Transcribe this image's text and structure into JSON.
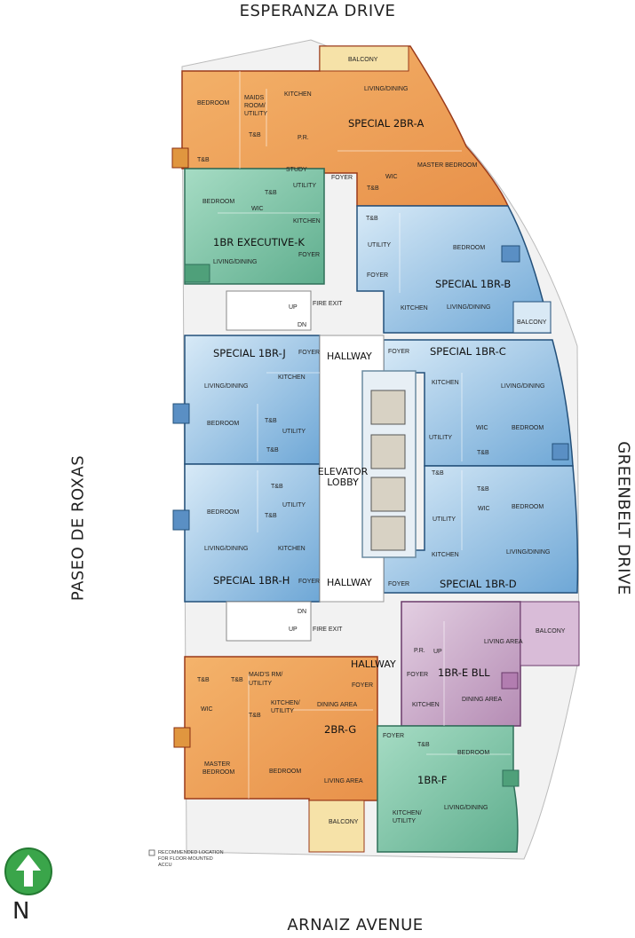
{
  "streets": {
    "north": "ESPERANZA DRIVE",
    "south": "ARNAIZ AVENUE",
    "west": "PASEO DE ROXAS",
    "east": "GREENBELT DRIVE"
  },
  "units": {
    "special_2br_a": "SPECIAL 2BR-A",
    "exec_k": "1BR EXECUTIVE-K",
    "special_1br_b": "SPECIAL 1BR-B",
    "special_1br_j": "SPECIAL 1BR-J",
    "special_1br_c": "SPECIAL 1BR-C",
    "special_1br_h": "SPECIAL 1BR-H",
    "special_1br_d": "SPECIAL 1BR-D",
    "br_e_bll": "1BR-E BLL",
    "br_g": "2BR-G",
    "br_f": "1BR-F"
  },
  "core": {
    "hallway_1": "HALLWAY",
    "hallway_2": "HALLWAY",
    "hallway_3": "HALLWAY",
    "elevator_lobby_1": "ELEVATOR",
    "elevator_lobby_2": "LOBBY",
    "fire_exit_1": "FIRE EXIT",
    "fire_exit_2": "FIRE EXIT",
    "up_1": "UP",
    "dn_1": "DN",
    "up_2": "UP",
    "dn_2": "DN",
    "up_3": "UP"
  },
  "rooms": {
    "balcony_a": "BALCONY",
    "bedroom_a": "BEDROOM",
    "maids_a": "MAIDS",
    "room_util_a": "ROOM/",
    "utility_a": "UTILITY",
    "kitchen_a": "KITCHEN",
    "living_a": "LIVING/DINING",
    "tb_a1": "T&B",
    "pr_a": "P.R.",
    "tb_a2": "T&B",
    "study_a": "STUDY",
    "foyer_a": "FOYER",
    "wic_a": "WIC",
    "tb_a3": "T&B",
    "master_a": "MASTER BEDROOM",
    "tb_k": "T&B",
    "utility_k": "UTILITY",
    "bedroom_k": "BEDROOM",
    "wic_k": "WIC",
    "kitchen_k": "KITCHEN",
    "foyer_k": "FOYER",
    "living_k": "LIVING/DINING",
    "tb_b": "T&B",
    "utility_b": "UTILITY",
    "bedroom_b": "BEDROOM",
    "foyer_b": "FOYER",
    "kitchen_b": "KITCHEN",
    "living_b": "LIVING/DINING",
    "balcony_b": "BALCONY",
    "foyer_j": "FOYER",
    "kitchen_j": "KITCHEN",
    "living_j": "LIVING/DINING",
    "bedroom_j": "BEDROOM",
    "tb_j1": "T&B",
    "utility_j": "UTILITY",
    "tb_j2": "T&B",
    "foyer_c": "FOYER",
    "kitchen_c": "KITCHEN",
    "living_c": "LIVING/DINING",
    "utility_c": "UTILITY",
    "wic_c": "WIC",
    "bedroom_c": "BEDROOM",
    "tb_c": "T&B",
    "tb_h1": "T&B",
    "utility_h": "UTILITY",
    "bedroom_h": "BEDROOM",
    "tb_h2": "T&B",
    "living_h": "LIVING/DINING",
    "kitchen_h": "KITCHEN",
    "foyer_h": "FOYER",
    "tb_d1": "T&B",
    "tb_d2": "T&B",
    "utility_d": "UTILITY",
    "wic_d": "WIC",
    "bedroom_d": "BEDROOM",
    "kitchen_d": "KITCHEN",
    "living_d": "LIVING/DINING",
    "foyer_d": "FOYER",
    "pr_e": "P.R.",
    "living_area_e": "LIVING AREA",
    "foyer_e": "FOYER",
    "kitchen_e": "KITCHEN",
    "dining_e": "DINING AREA",
    "balcony_e": "BALCONY",
    "tb_g1": "T&B",
    "tb_g2": "T&B",
    "maids_rm_g": "MAID'S RM/",
    "utility_g": "UTILITY",
    "kitchen_util_g1": "KITCHEN/",
    "kitchen_util_g2": "UTILITY",
    "tb_g3": "T&B",
    "wic_g": "WIC",
    "foyer_g": "FOYER",
    "dining_g": "DINING AREA",
    "master_g1": "MASTER",
    "master_g2": "BEDROOM",
    "bedroom_g": "BEDROOM",
    "living_area_g": "LIVING AREA",
    "balcony_g": "BALCONY",
    "foyer_f": "FOYER",
    "tb_f": "T&B",
    "bedroom_f": "BEDROOM",
    "kitchen_util_f1": "KITCHEN/",
    "kitchen_util_f2": "UTILITY",
    "living_f": "LIVING/DINING"
  },
  "legend": {
    "line1": "RECOMMENDED LOCATION",
    "line2": "FOR FLOOR-MOUNTED",
    "line3": "ACCU"
  },
  "north": {
    "letter": "N",
    "icon": "north-arrow-icon"
  },
  "colors": {
    "orange": "#f0a55c",
    "green": "#7fc7a8",
    "blue": "#7fb3dc",
    "light_blue": "#c3ddf0",
    "purple": "#c9aac9",
    "core": "#ffffff",
    "balcony": "#f6e2a8",
    "north_green": "#3aa54a"
  }
}
